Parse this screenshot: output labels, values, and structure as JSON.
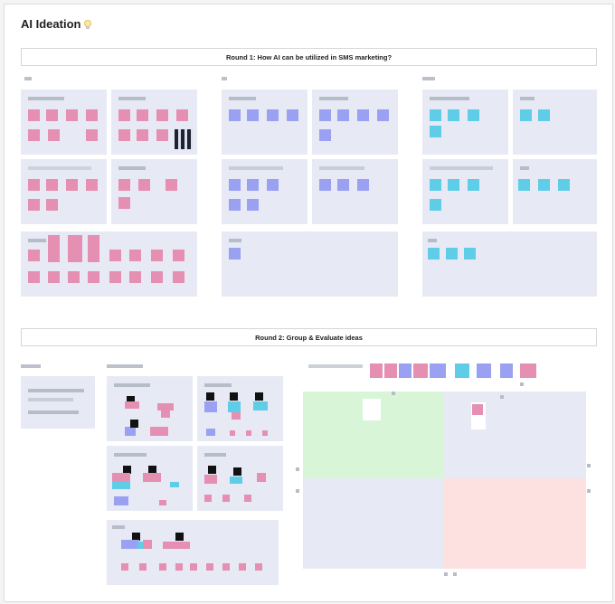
{
  "board": {
    "title": "AI Ideation",
    "title_icon": "lightbulb-icon",
    "round1": "Round 1: How AI can be utilized in SMS marketing?",
    "round2": "Round 2: Group & Evaluate ideas"
  },
  "colors": {
    "pink_sticky": "#e58fb2",
    "blue_sticky": "#9aa0f2",
    "cyan_sticky": "#5fcde8",
    "cluster_bg": "#e7eaf4",
    "quadrant_green": "#d8f5d8",
    "quadrant_red": "#fde0e0"
  }
}
